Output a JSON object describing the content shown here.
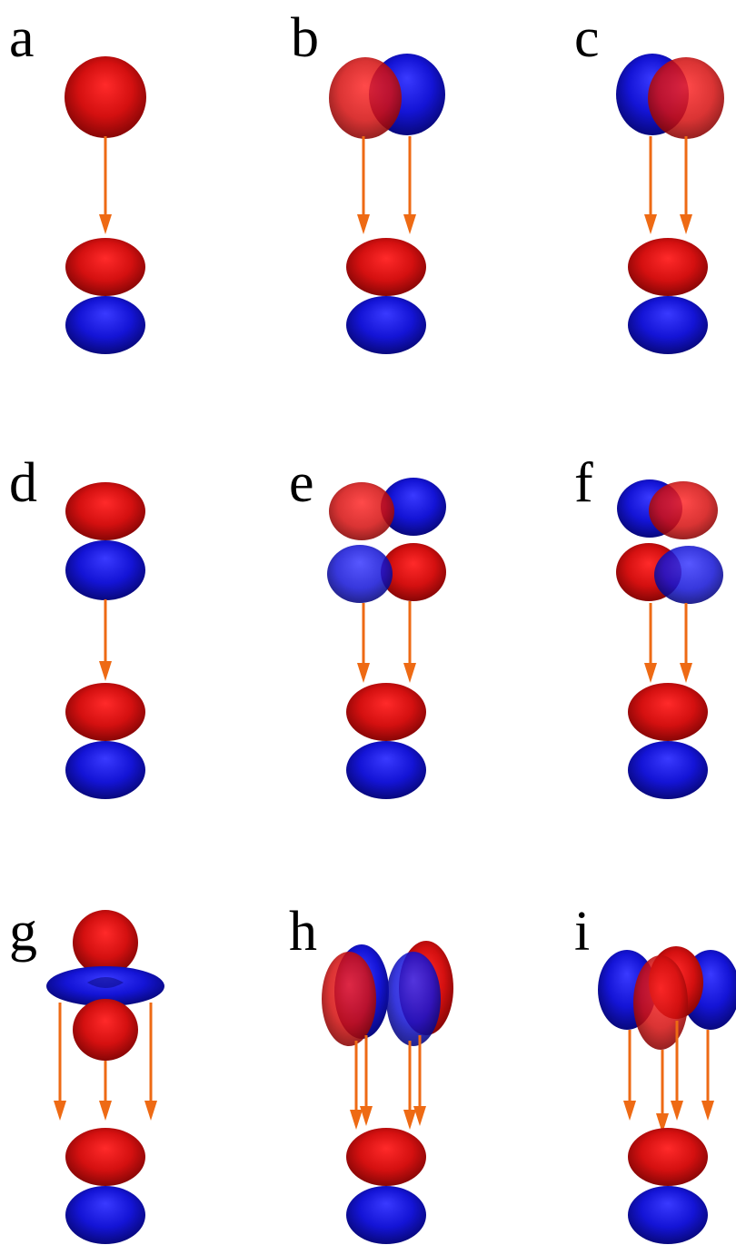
{
  "colors": {
    "positive_lobe": "#e01010",
    "negative_lobe": "#1a1ae6",
    "arrow": "#ee6a14",
    "background": "#ffffff"
  },
  "panels": [
    {
      "label": "a",
      "top_orbital": "single red sphere",
      "arrows": 1
    },
    {
      "label": "b",
      "top_orbital": "red and blue spheres side by side, red in front",
      "arrows": 2
    },
    {
      "label": "c",
      "top_orbital": "blue and red spheres side by side, red in front",
      "arrows": 2
    },
    {
      "label": "d",
      "top_orbital": "red lobe above blue lobe",
      "arrows": 1
    },
    {
      "label": "e",
      "top_orbital": "four lobes, red/blue top and blue/red bottom",
      "arrows": 2
    },
    {
      "label": "f",
      "top_orbital": "four lobes, blue/red top and red/blue bottom",
      "arrows": 2
    },
    {
      "label": "g",
      "top_orbital": "red lobes with blue torus",
      "arrows": 3
    },
    {
      "label": "h",
      "top_orbital": "two overlapping red/blue ellipsoid pairs",
      "arrows": 4
    },
    {
      "label": "i",
      "top_orbital": "blue, red, blue ellipsoids overlapping",
      "arrows": 4
    }
  ],
  "target_orbital": "red lobe above blue lobe"
}
